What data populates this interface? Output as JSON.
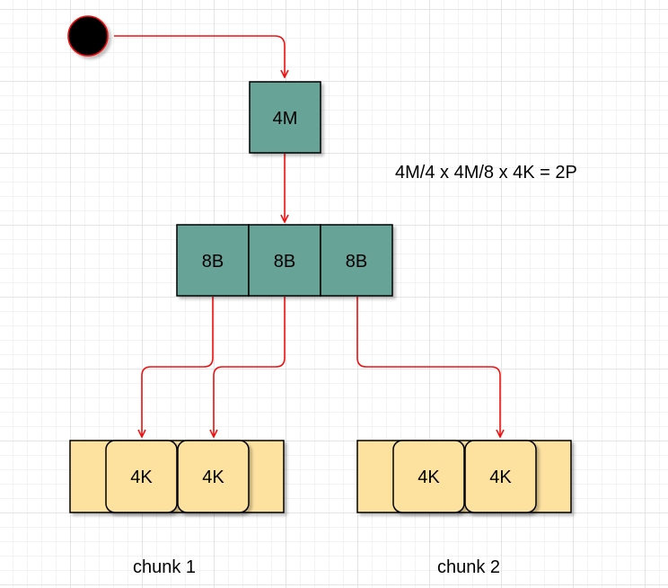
{
  "diagram": {
    "root_label": "4M",
    "formula": "4M/4 x 4M/8 x 4K = 2P",
    "pointers": [
      "8B",
      "8B",
      "8B"
    ],
    "chunks": [
      {
        "name": "chunk 1",
        "pages": [
          "4K",
          "4K"
        ]
      },
      {
        "name": "chunk 2",
        "pages": [
          "4K",
          "4K"
        ]
      }
    ],
    "colors": {
      "node_fill": "#67a397",
      "page_fill": "#fde29f",
      "edge": "#ee1111",
      "start_fill": "#000000",
      "start_stroke": "#ee1111"
    }
  }
}
